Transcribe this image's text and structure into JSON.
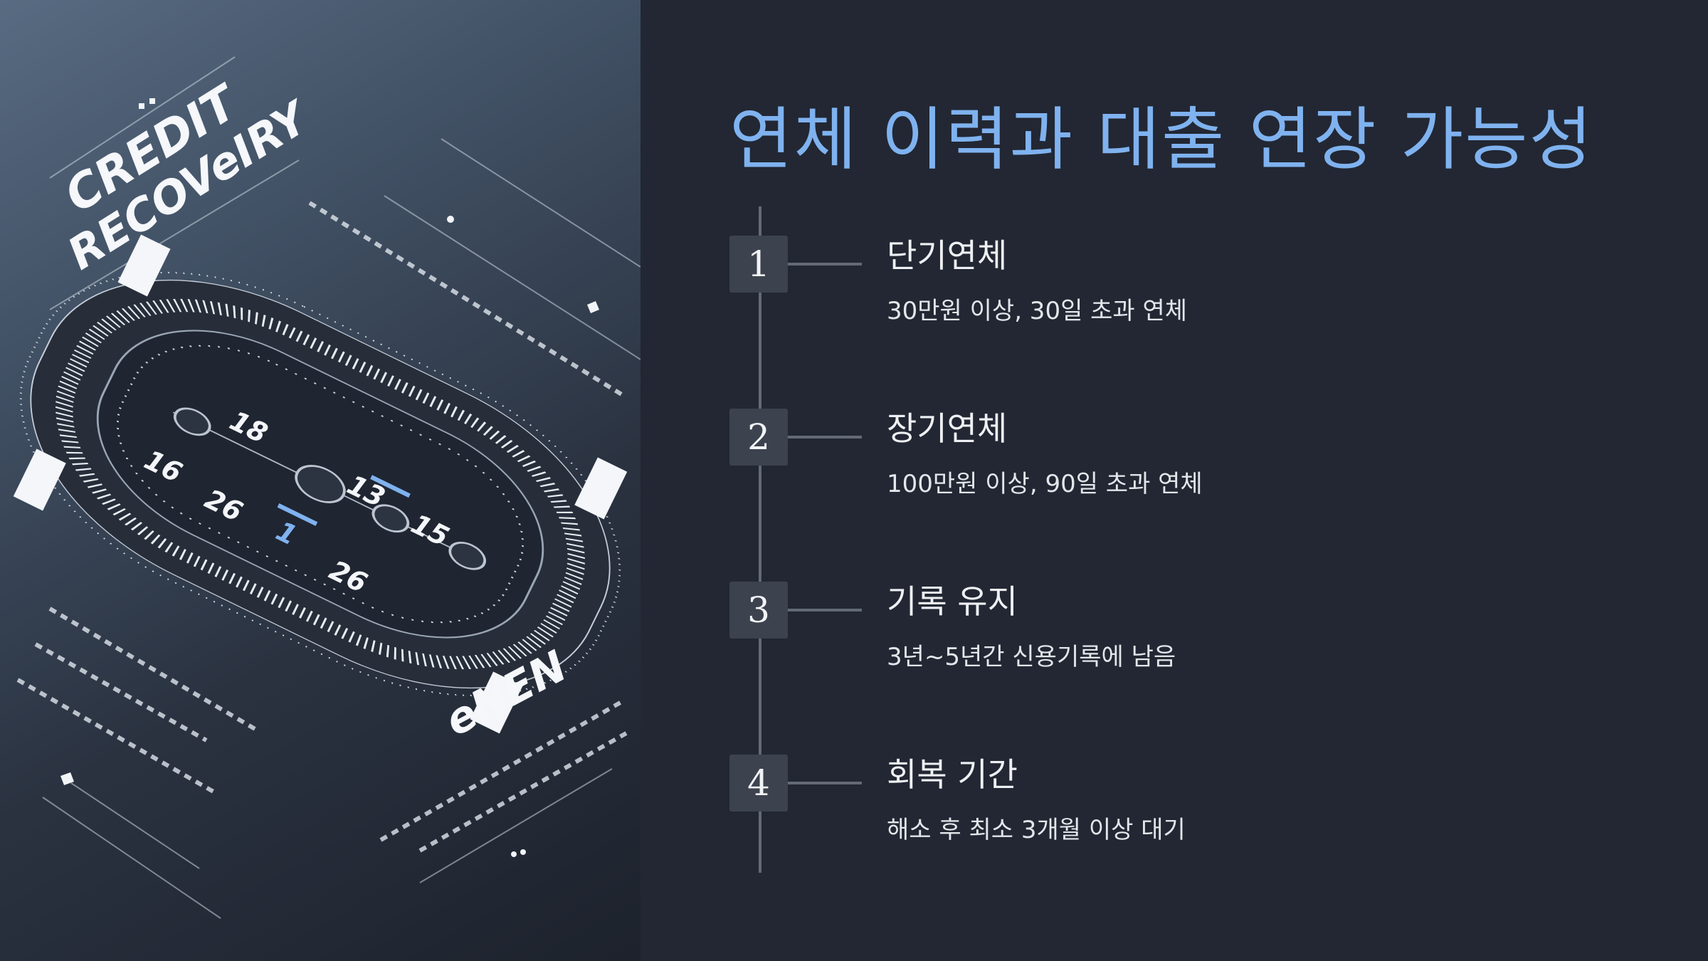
{
  "artwork": {
    "logo_top_line1": "CREDIT",
    "logo_top_line2": "RECOVeIRY",
    "brand_mark": "eNEN",
    "track_numbers": [
      "18",
      "16",
      "26",
      "13",
      "15",
      "26",
      "1"
    ]
  },
  "header": {
    "title": "연체 이력과 대출 연장 가능성"
  },
  "timeline": {
    "steps": [
      {
        "number": "1",
        "title": "단기연체",
        "description": "30만원 이상, 30일 초과 연체"
      },
      {
        "number": "2",
        "title": "장기연체",
        "description": "100만원 이상, 90일 초과 연체"
      },
      {
        "number": "3",
        "title": "기록 유지",
        "description": "3년~5년간 신용기록에 남음"
      },
      {
        "number": "4",
        "title": "회복 기간",
        "description": "해소 후 최소 3개월 이상 대기"
      }
    ]
  },
  "colors": {
    "background": "#222733",
    "title_accent": "#7fb2ef",
    "badge": "#3c424e",
    "timeline_line": "#636a75"
  }
}
